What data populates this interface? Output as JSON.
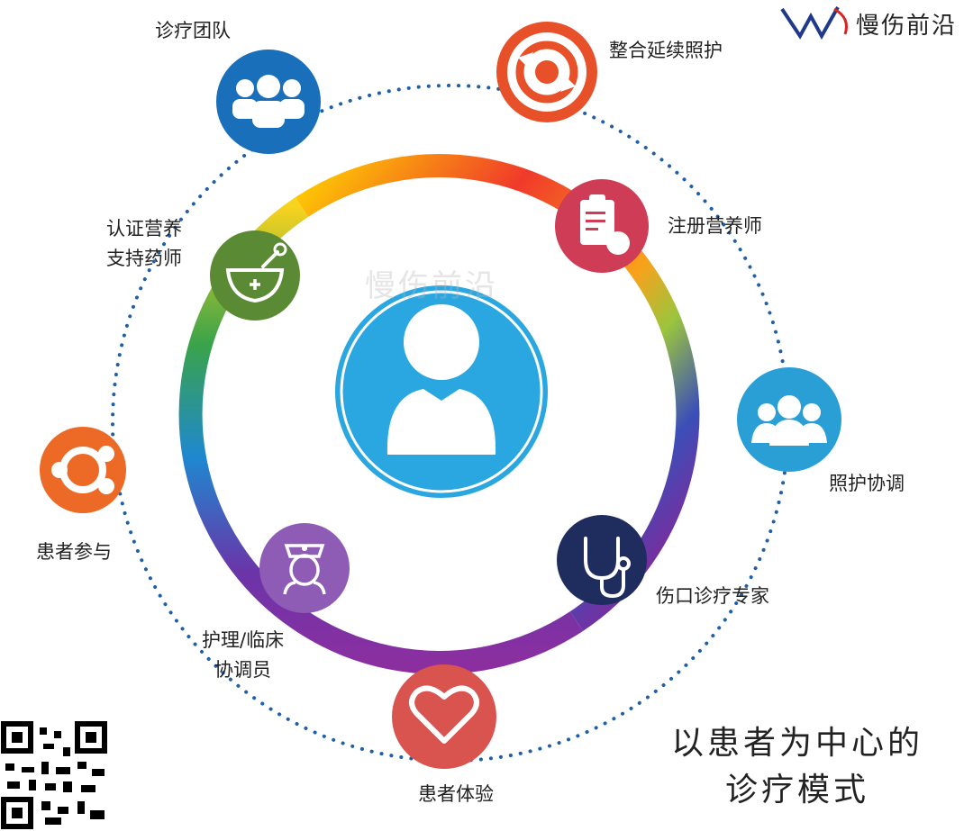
{
  "brand": {
    "name": "慢伤前沿"
  },
  "watermark": "慢伤前沿",
  "center": {
    "icon": "person-icon"
  },
  "nodes": {
    "care_team": {
      "label": "诊疗团队",
      "icon": "medical-team-icon",
      "color": "#1a6fba"
    },
    "integrated_care": {
      "label": "整合延续照护",
      "icon": "refresh-cycle-icon",
      "color": "#e8502a"
    },
    "dietitian": {
      "label": "注册营养师",
      "icon": "clipboard-apple-icon",
      "color": "#cf3c55"
    },
    "care_coord": {
      "label": "照护协调",
      "icon": "group-icon",
      "color": "#2a9fd6"
    },
    "wound_spec": {
      "label": "伤口诊疗专家",
      "icon": "stethoscope-icon",
      "color": "#1f2c5e"
    },
    "patient_exp": {
      "label": "患者体验",
      "icon": "heart-icon",
      "color": "#d9534f"
    },
    "nurse_coord": {
      "line1": "护理/临床",
      "line2": "协调员",
      "icon": "nurse-icon",
      "color": "#8e5bb5"
    },
    "engagement": {
      "label": "患者参与",
      "icon": "community-icon",
      "color": "#ec6a25"
    },
    "pharmacist": {
      "line1": "认证营养",
      "line2": "支持药师",
      "icon": "mortar-pestle-icon",
      "color": "#5b8a34"
    }
  },
  "caption": {
    "line1": "以患者为中心的",
    "line2": "诊疗模式"
  }
}
